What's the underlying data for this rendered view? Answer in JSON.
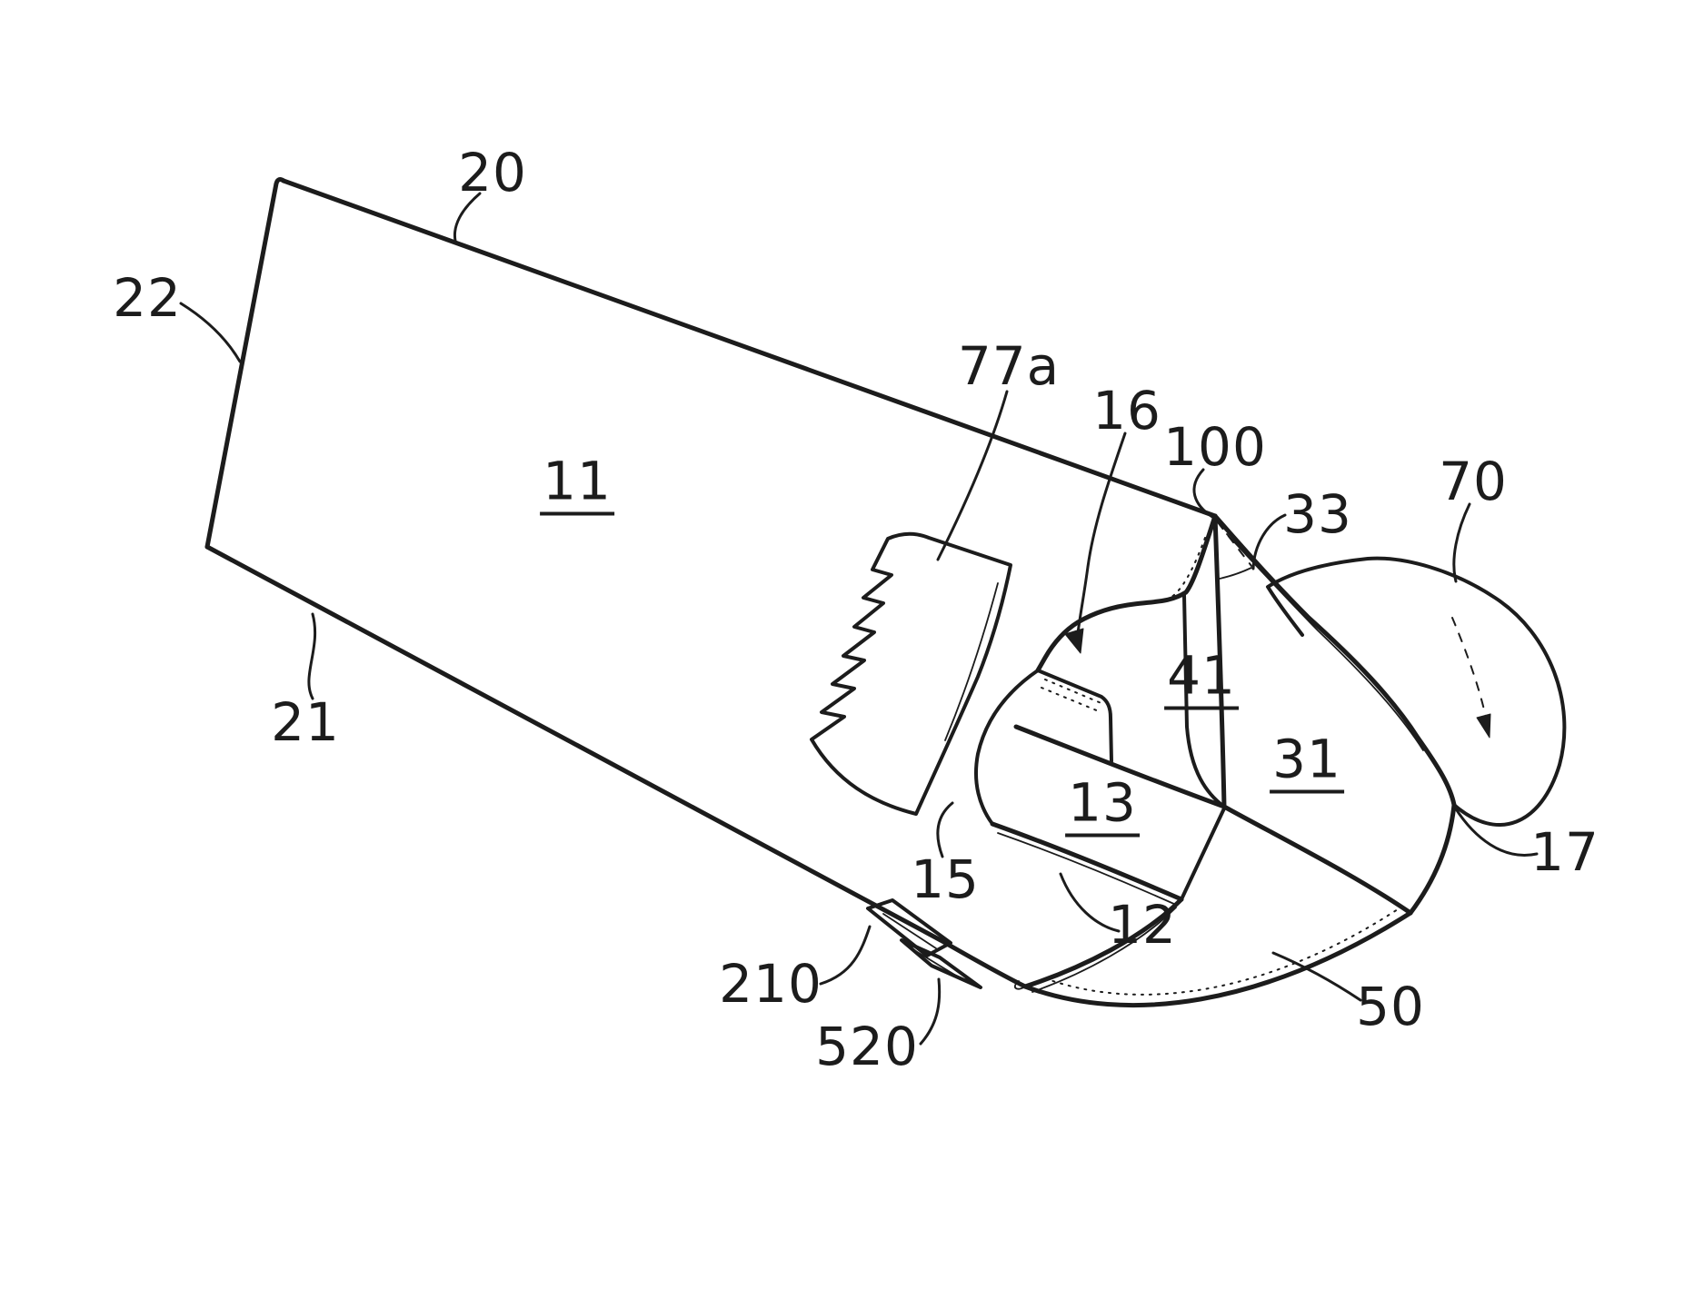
{
  "figure": {
    "kind": "patent-line-drawing",
    "background_color": "#ffffff",
    "line_color": "#1c1c1c",
    "labels": {
      "l11": {
        "text": "11",
        "underlined": true
      },
      "l12": {
        "text": "12",
        "underlined": false
      },
      "l13": {
        "text": "13",
        "underlined": true
      },
      "l15": {
        "text": "15",
        "underlined": false
      },
      "l16": {
        "text": "16",
        "underlined": false
      },
      "l17": {
        "text": "17",
        "underlined": false
      },
      "l20": {
        "text": "20",
        "underlined": false
      },
      "l21": {
        "text": "21",
        "underlined": false
      },
      "l22": {
        "text": "22",
        "underlined": false
      },
      "l31": {
        "text": "31",
        "underlined": true
      },
      "l33": {
        "text": "33",
        "underlined": false
      },
      "l41": {
        "text": "41",
        "underlined": true
      },
      "l50": {
        "text": "50",
        "underlined": false
      },
      "l70": {
        "text": "70",
        "underlined": false
      },
      "l77a": {
        "text": "77a",
        "underlined": false
      },
      "l100": {
        "text": "100",
        "underlined": false
      },
      "l210": {
        "text": "210",
        "underlined": false
      },
      "l520": {
        "text": "520",
        "underlined": false
      }
    }
  }
}
